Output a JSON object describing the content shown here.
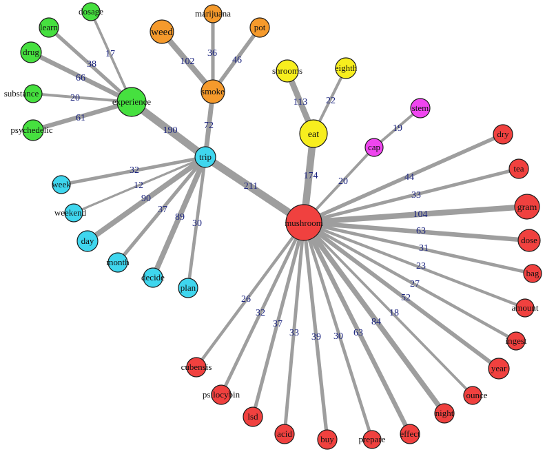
{
  "colors": {
    "red": "#f0413f",
    "blue": "#3fd6ee",
    "green": "#46e03f",
    "orange": "#f59a2c",
    "yellow": "#f7ee1e",
    "magenta": "#ef46ef",
    "edge": "#9e9e9e",
    "weight_label": "#1a237e"
  },
  "nodes": [
    {
      "id": "mushroom",
      "label": "mushroom",
      "group": "red"
    },
    {
      "id": "trip",
      "label": "trip",
      "group": "blue"
    },
    {
      "id": "experience",
      "label": "experience",
      "group": "green"
    },
    {
      "id": "smoke",
      "label": "smoke",
      "group": "orange"
    },
    {
      "id": "eat",
      "label": "eat",
      "group": "yellow"
    },
    {
      "id": "cap",
      "label": "cap",
      "group": "magenta"
    },
    {
      "id": "stem",
      "label": "stem",
      "group": "magenta"
    },
    {
      "id": "dosage",
      "label": "dosage",
      "group": "green"
    },
    {
      "id": "learn",
      "label": "learn",
      "group": "green"
    },
    {
      "id": "drug",
      "label": "drug",
      "group": "green"
    },
    {
      "id": "substance",
      "label": "substance",
      "group": "green"
    },
    {
      "id": "psychedelic",
      "label": "psychedelic",
      "group": "green"
    },
    {
      "id": "marijuana",
      "label": "marijuana",
      "group": "orange"
    },
    {
      "id": "weed",
      "label": "weed",
      "group": "orange"
    },
    {
      "id": "pot",
      "label": "pot",
      "group": "orange"
    },
    {
      "id": "shrooms",
      "label": "shrooms",
      "group": "yellow"
    },
    {
      "id": "eighth",
      "label": "eighth",
      "group": "yellow"
    },
    {
      "id": "week",
      "label": "week",
      "group": "blue"
    },
    {
      "id": "weekend",
      "label": "weekend",
      "group": "blue"
    },
    {
      "id": "day",
      "label": "day",
      "group": "blue"
    },
    {
      "id": "month",
      "label": "month",
      "group": "blue"
    },
    {
      "id": "decide",
      "label": "decide",
      "group": "blue"
    },
    {
      "id": "plan",
      "label": "plan",
      "group": "blue"
    },
    {
      "id": "dry",
      "label": "dry",
      "group": "red"
    },
    {
      "id": "tea",
      "label": "tea",
      "group": "red"
    },
    {
      "id": "gram",
      "label": "gram",
      "group": "red"
    },
    {
      "id": "dose",
      "label": "dose",
      "group": "red"
    },
    {
      "id": "bag",
      "label": "bag",
      "group": "red"
    },
    {
      "id": "amount",
      "label": "amount",
      "group": "red"
    },
    {
      "id": "ingest",
      "label": "ingest",
      "group": "red"
    },
    {
      "id": "year",
      "label": "year",
      "group": "red"
    },
    {
      "id": "ounce",
      "label": "ounce",
      "group": "red"
    },
    {
      "id": "night",
      "label": "night",
      "group": "red"
    },
    {
      "id": "effect",
      "label": "effect",
      "group": "red"
    },
    {
      "id": "prepare",
      "label": "prepare",
      "group": "red"
    },
    {
      "id": "buy",
      "label": "buy",
      "group": "red"
    },
    {
      "id": "acid",
      "label": "acid",
      "group": "red"
    },
    {
      "id": "lsd",
      "label": "lsd",
      "group": "red"
    },
    {
      "id": "psilocybin",
      "label": "psilocybin",
      "group": "red"
    },
    {
      "id": "cubensis",
      "label": "cubensis",
      "group": "red"
    }
  ],
  "edges": [
    {
      "source": "mushroom",
      "target": "trip",
      "weight": "211"
    },
    {
      "source": "trip",
      "target": "experience",
      "weight": "190"
    },
    {
      "source": "trip",
      "target": "smoke",
      "weight": "72"
    },
    {
      "source": "mushroom",
      "target": "eat",
      "weight": "174"
    },
    {
      "source": "mushroom",
      "target": "cap",
      "weight": "20"
    },
    {
      "source": "cap",
      "target": "stem",
      "weight": "19"
    },
    {
      "source": "experience",
      "target": "dosage",
      "weight": "17"
    },
    {
      "source": "experience",
      "target": "learn",
      "weight": "38"
    },
    {
      "source": "experience",
      "target": "drug",
      "weight": "66"
    },
    {
      "source": "experience",
      "target": "substance",
      "weight": "20"
    },
    {
      "source": "experience",
      "target": "psychedelic",
      "weight": "61"
    },
    {
      "source": "smoke",
      "target": "weed",
      "weight": "102"
    },
    {
      "source": "smoke",
      "target": "marijuana",
      "weight": "36"
    },
    {
      "source": "smoke",
      "target": "pot",
      "weight": "46"
    },
    {
      "source": "eat",
      "target": "shrooms",
      "weight": "113"
    },
    {
      "source": "eat",
      "target": "eighth",
      "weight": "22"
    },
    {
      "source": "trip",
      "target": "week",
      "weight": "32"
    },
    {
      "source": "trip",
      "target": "weekend",
      "weight": "12"
    },
    {
      "source": "trip",
      "target": "day",
      "weight": "90"
    },
    {
      "source": "trip",
      "target": "month",
      "weight": "37"
    },
    {
      "source": "trip",
      "target": "decide",
      "weight": "89"
    },
    {
      "source": "trip",
      "target": "plan",
      "weight": "30"
    },
    {
      "source": "mushroom",
      "target": "dry",
      "weight": "44"
    },
    {
      "source": "mushroom",
      "target": "tea",
      "weight": "33"
    },
    {
      "source": "mushroom",
      "target": "gram",
      "weight": "104"
    },
    {
      "source": "mushroom",
      "target": "dose",
      "weight": "63"
    },
    {
      "source": "mushroom",
      "target": "bag",
      "weight": "31"
    },
    {
      "source": "mushroom",
      "target": "amount",
      "weight": "23"
    },
    {
      "source": "mushroom",
      "target": "ingest",
      "weight": "27"
    },
    {
      "source": "mushroom",
      "target": "year",
      "weight": "52"
    },
    {
      "source": "mushroom",
      "target": "ounce",
      "weight": "18"
    },
    {
      "source": "mushroom",
      "target": "night",
      "weight": "84"
    },
    {
      "source": "mushroom",
      "target": "effect",
      "weight": "63"
    },
    {
      "source": "mushroom",
      "target": "prepare",
      "weight": "30"
    },
    {
      "source": "mushroom",
      "target": "buy",
      "weight": "39"
    },
    {
      "source": "mushroom",
      "target": "acid",
      "weight": "33"
    },
    {
      "source": "mushroom",
      "target": "lsd",
      "weight": "37"
    },
    {
      "source": "mushroom",
      "target": "psilocybin",
      "weight": "32"
    },
    {
      "source": "mushroom",
      "target": "cubensis",
      "weight": "26"
    }
  ]
}
